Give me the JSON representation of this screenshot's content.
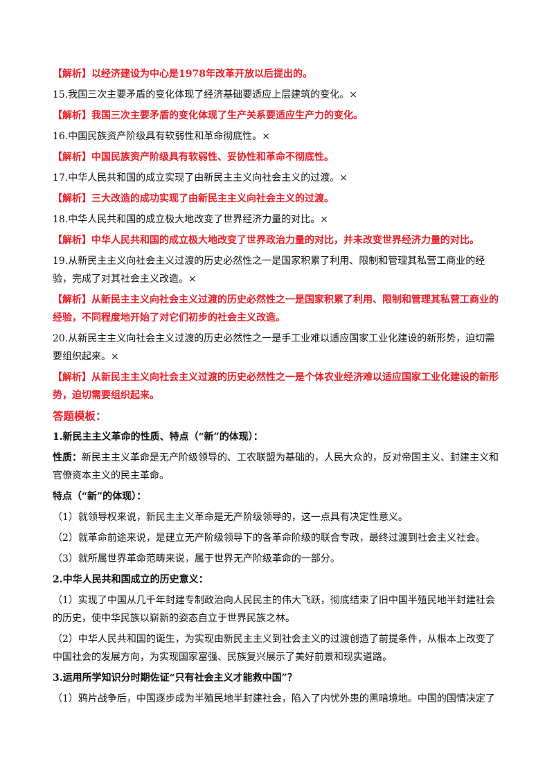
{
  "items": [
    {
      "type": "analysis",
      "text": "【解析】以经济建设为中心是1978年改革开放以后提出的。"
    },
    {
      "type": "question",
      "text": "15.我国三次主要矛盾的变化体现了经济基础要适应上层建筑的变化。×"
    },
    {
      "type": "analysis",
      "text": "【解析】我国三次主要矛盾的变化体现了生产关系要适应生产力的变化。"
    },
    {
      "type": "question",
      "text": "16.中国民族资产阶级具有软弱性和革命彻底性。×"
    },
    {
      "type": "analysis",
      "text": "【解析】中国民族资产阶级具有软弱性、妥协性和革命不彻底性。"
    },
    {
      "type": "question",
      "text": "17.中华人民共和国的成立实现了由新民主主义向社会主义的过渡。×"
    },
    {
      "type": "analysis",
      "text": "【解析】三大改造的成功实现了由新民主主义向社会主义的过渡。"
    },
    {
      "type": "question",
      "text": "18.中华人民共和国的成立极大地改变了世界经济力量的对比。×"
    },
    {
      "type": "analysis",
      "text": "【解析】中华人民共和国的成立极大地改变了世界政治力量的对比，并未改变世界经济力量的对比。"
    },
    {
      "type": "question",
      "text": "19.从新民主主义向社会主义过渡的历史必然性之一是国家积累了利用、限制和管理其私营工商业的经验，完成了对其社会主义改造。×"
    },
    {
      "type": "analysis",
      "text": "【解析】从新民主主义向社会主义过渡的历史必然性之一是国家积累了利用、限制和管理其私营工商业的经验，不同程度地开始了对它们初步的社会主义改造。"
    },
    {
      "type": "question",
      "text": "20.从新民主主义向社会主义过渡的历史必然性之一是手工业难以适应国家工业化建设的新形势，迫切需要组织起来。×"
    },
    {
      "type": "analysis",
      "text": "【解析】从新民主主义向社会主义过渡的历史必然性之一是个体农业经济难以适应国家工业化建设的新形势，迫切需要组织起来。"
    }
  ],
  "template": {
    "heading": "答题模板：",
    "s1": {
      "title": "1.新民主主义革命的性质、特点（“新”的体现）：",
      "nature_label": "性质：",
      "nature_text": "新民主主义革命是无产阶级领导的、工农联盟为基础的，人民大众的，反对帝国主义、封建主义和官僚资本主义的民主革命。",
      "features_label": "特点（“新”的体现）：",
      "features": [
        "（1）就领导权来说，新民主主义革命是无产阶级领导的，这一点具有决定性意义。",
        "（2）就革命前途来说，是建立无产阶级领导下的各革命阶级的联合专政，最终过渡到社会主义社会。",
        "（3）就所属世界革命范畴来说，属于世界无产阶级革命的一部分。"
      ]
    },
    "s2": {
      "title": "2.中华人民共和国成立的历史意义：",
      "points": [
        "（1）实现了中国从几千年封建专制政治向人民民主的伟大飞跃，彻底结束了旧中国半殖民地半封建社会的历史，使中华民族以崭新的姿态自立于世界民族之林。",
        "（2）中华人民共和国的诞生，为实现由新民主主义到社会主义的过渡创造了前提条件，从根本上改变了中国社会的发展方向，为实现国家富强、民族复兴展示了美好前景和现实道路。"
      ]
    },
    "s3": {
      "title": "3.运用所学知识分时期佐证“只有社会主义才能救中国”？",
      "points": [
        "（1）鸦片战争后，中国逐步成为半殖民地半封建社会，陷入了内忧外患的黑暗境地。中国的国情决定了"
      ]
    }
  }
}
